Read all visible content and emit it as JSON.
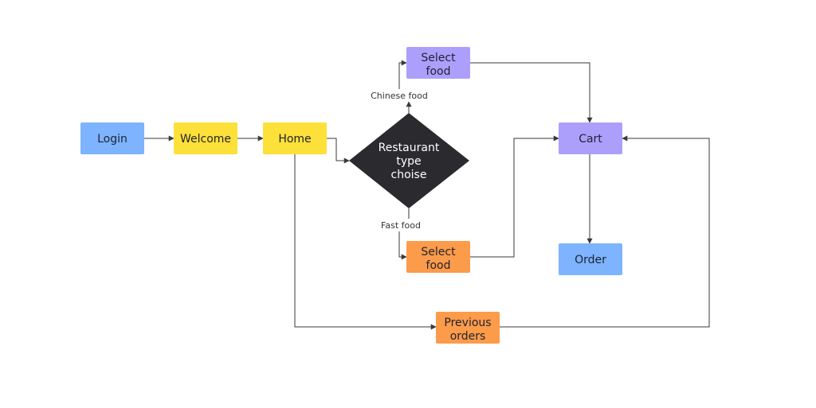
{
  "colors": {
    "blue": "#7db3ff",
    "yellow": "#fde03a",
    "purple": "#ac9ffb",
    "orange": "#fc9b4a",
    "diamond": "#2b2b2f",
    "edge": "#3a3a3a",
    "text_dark": "#1f2230",
    "text_light": "#ffffff"
  },
  "nodes": {
    "login": {
      "lines": [
        "Login"
      ]
    },
    "welcome": {
      "lines": [
        "Welcome"
      ]
    },
    "home": {
      "lines": [
        "Home"
      ]
    },
    "restaurant_choice": {
      "lines": [
        "Restaurant",
        "type",
        "choise"
      ]
    },
    "select_food_chinese": {
      "lines": [
        "Select",
        "food"
      ]
    },
    "select_food_fast": {
      "lines": [
        "Select",
        "food"
      ]
    },
    "cart": {
      "lines": [
        "Cart"
      ]
    },
    "order": {
      "lines": [
        "Order"
      ]
    },
    "previous_orders": {
      "lines": [
        "Previous",
        "orders"
      ]
    }
  },
  "edge_labels": {
    "chinese": "Chinese food",
    "fast": "Fast food"
  }
}
